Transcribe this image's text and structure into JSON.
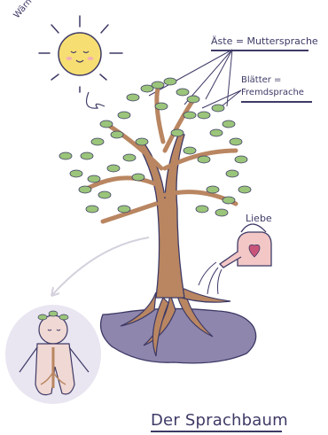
{
  "labels": {
    "warmth": "Wärme",
    "branches": "Äste = Muttersprache",
    "leaves_line1": "Blätter =",
    "leaves_line2": "Fremdsprache",
    "love": "Liebe",
    "title": "Der Sprachbaum"
  },
  "colors": {
    "outline": "#3d3a66",
    "sun": "#f7de72",
    "leaf": "#9bc57a",
    "trunk": "#b98661",
    "soil": "#8f86ad",
    "can": "#f2c7c6",
    "child": "#f0d8d4",
    "child_bg": "#e9e5f1"
  },
  "icons": [
    "sun-icon",
    "watering-can-icon",
    "heart-icon",
    "tree-icon",
    "child-icon"
  ]
}
